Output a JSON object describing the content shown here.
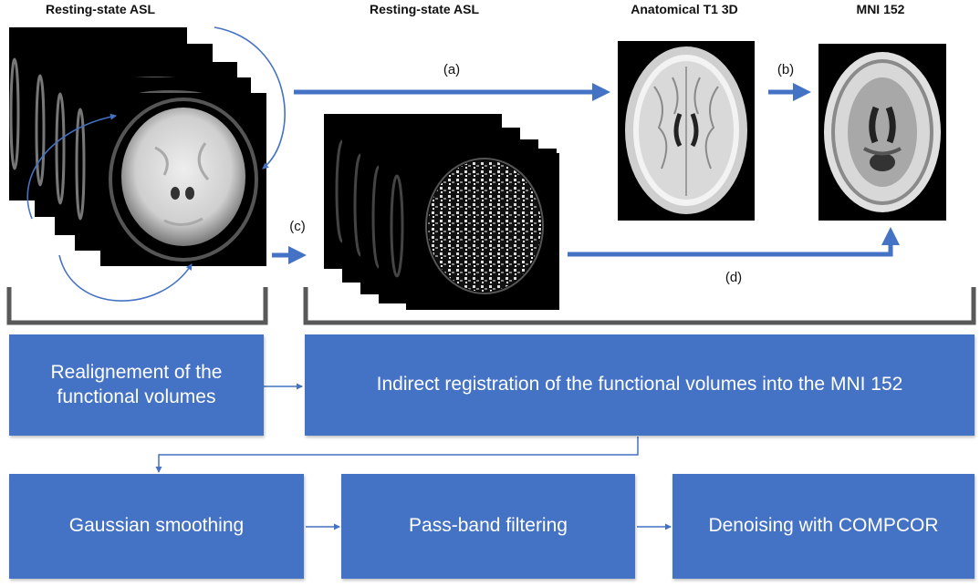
{
  "headings": {
    "col1": "Resting-state ASL",
    "col2": "Resting-state ASL",
    "col3": "Anatomical T1 3D",
    "col4": "MNI 152"
  },
  "step_labels": {
    "a": "(a)",
    "b": "(b)",
    "c": "(c)",
    "d": "(d)"
  },
  "boxes": {
    "realignment": "Realignement of the functional volumes",
    "registration": "Indirect registration of the functional volumes into the MNI 152",
    "smoothing": "Gaussian smoothing",
    "filtering": "Pass-band filtering",
    "denoising": "Denoising with COMPCOR"
  },
  "colors": {
    "box_fill": "#4472c4",
    "arrow": "#4472c4",
    "bracket": "#595959"
  }
}
